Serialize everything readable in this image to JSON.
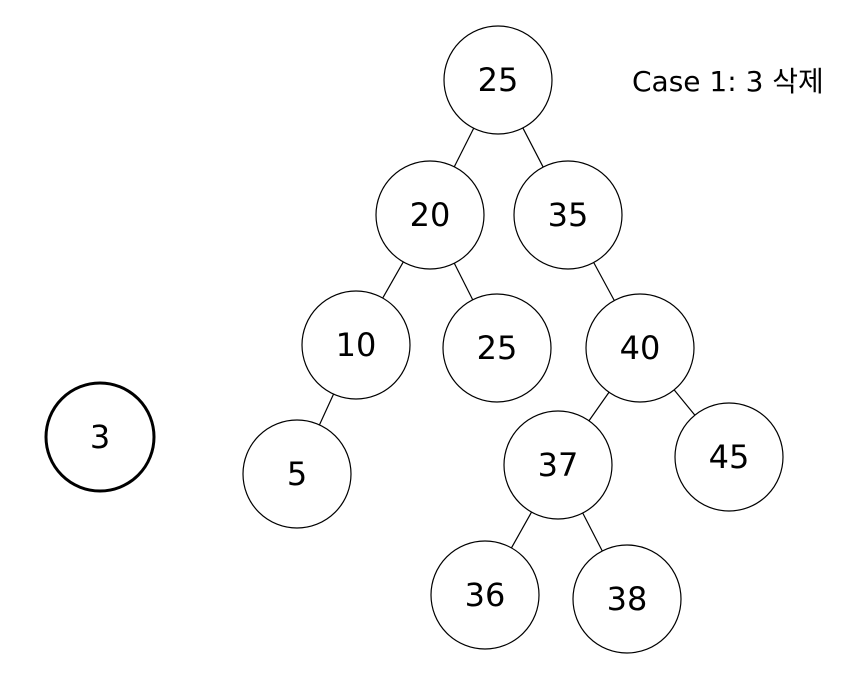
{
  "caption": "Case 1: 3 삭제",
  "highlight_color": "#e31b1b",
  "nodes": [
    {
      "id": "n25",
      "label": "25"
    },
    {
      "id": "n20",
      "label": "20"
    },
    {
      "id": "n35",
      "label": "35"
    },
    {
      "id": "n10",
      "label": "10"
    },
    {
      "id": "n25b",
      "label": "25"
    },
    {
      "id": "n40",
      "label": "40"
    },
    {
      "id": "n5",
      "label": "5"
    },
    {
      "id": "n37",
      "label": "37"
    },
    {
      "id": "n45",
      "label": "45"
    },
    {
      "id": "n36",
      "label": "36"
    },
    {
      "id": "n38",
      "label": "38"
    },
    {
      "id": "n3",
      "label": "3",
      "highlighted": true
    }
  ],
  "edges": [
    {
      "from": "n25",
      "to": "n20"
    },
    {
      "from": "n25",
      "to": "n35"
    },
    {
      "from": "n20",
      "to": "n10"
    },
    {
      "from": "n20",
      "to": "n25b"
    },
    {
      "from": "n35",
      "to": "n40"
    },
    {
      "from": "n10",
      "to": "n5"
    },
    {
      "from": "n40",
      "to": "n37"
    },
    {
      "from": "n40",
      "to": "n45"
    },
    {
      "from": "n37",
      "to": "n36"
    },
    {
      "from": "n37",
      "to": "n38"
    }
  ]
}
